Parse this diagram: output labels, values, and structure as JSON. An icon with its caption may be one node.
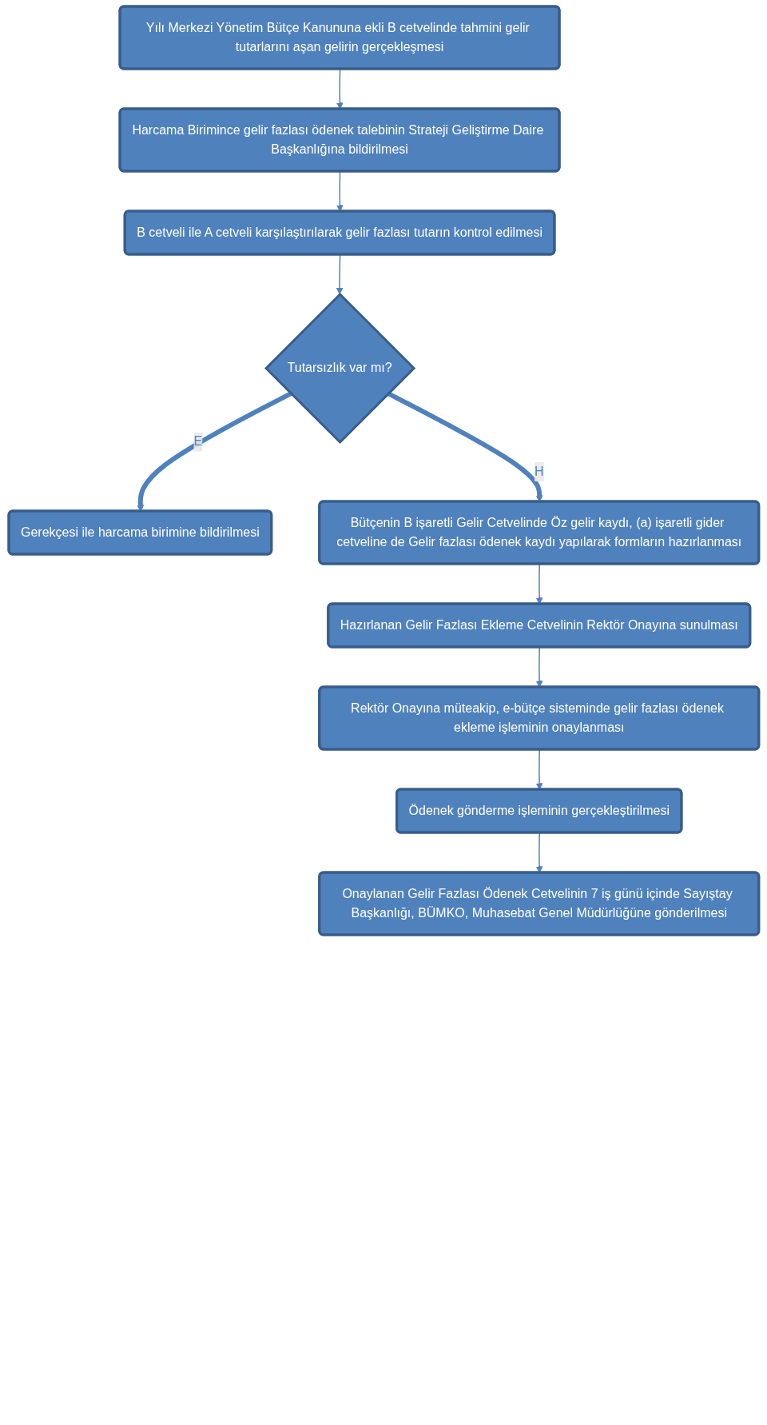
{
  "diagram": {
    "nodes": [
      {
        "text": [
          "Yılı Merkezi Yönetim Bütçe Kanununa ekli B cetvelinde tahmini gelir tutarlarını aşan gelirin gerçekleşmesi"
        ]
      },
      {
        "text": [
          "Harcama Birimince gelir fazlası ödenek talebinin Strateji Geliştirme Daire Başkanlığına bildirilmesi"
        ]
      },
      {
        "text": [
          "B cetveli ile A cetveli karşılaştırılarak gelir fazlası tutarın kontrol edilmesi"
        ]
      },
      {
        "text": [
          "Tutarsızlık var mı?"
        ]
      },
      {
        "text": [
          "Gerekçesi ile harcama birimine bildirilmesi"
        ]
      },
      {
        "text": [
          "Bütçenin B işaretli Gelir Cetvelinde Öz gelir kaydı, (a) işaretli gider cetveline de Gelir fazlası ödenek kaydı yapılarak formların hazırlanması"
        ]
      },
      {
        "text": [
          "Hazırlanan Gelir Fazlası Ekleme Cetvelinin Rektör Onayına sunulması"
        ]
      },
      {
        "text": [
          "Rektör Onayına müteakip, e-bütçe sisteminde gelir fazlası ödenek ekleme işleminin onaylanması"
        ]
      },
      {
        "text": [
          "Ödenek gönderme işleminin gerçekleştirilmesi"
        ]
      },
      {
        "text": [
          "Onaylanan Gelir Fazlası Ödenek Cetvelinin 7 iş günü içinde Sayıştay Başkanlığı, BÜMKO, Muhasebat Genel Müdürlüğüne gönderilmesi"
        ]
      }
    ],
    "edges": [
      {
        "from": 0,
        "to": 1,
        "arrow": "to"
      },
      {
        "from": 1,
        "to": 2,
        "arrow": "to"
      },
      {
        "from": 2,
        "to": 3,
        "arrow": "to"
      },
      {
        "from": 3,
        "to": 4,
        "arrow": "to",
        "label": "E",
        "style": "thick"
      },
      {
        "from": 3,
        "to": 5,
        "arrow": "to",
        "label": "H",
        "style": "thick"
      },
      {
        "from": 5,
        "to": 6,
        "arrow": "to"
      },
      {
        "from": 6,
        "to": 7,
        "arrow": "to"
      },
      {
        "from": 7,
        "to": 8,
        "arrow": "to"
      },
      {
        "from": 8,
        "to": 9,
        "arrow": "to"
      }
    ]
  }
}
